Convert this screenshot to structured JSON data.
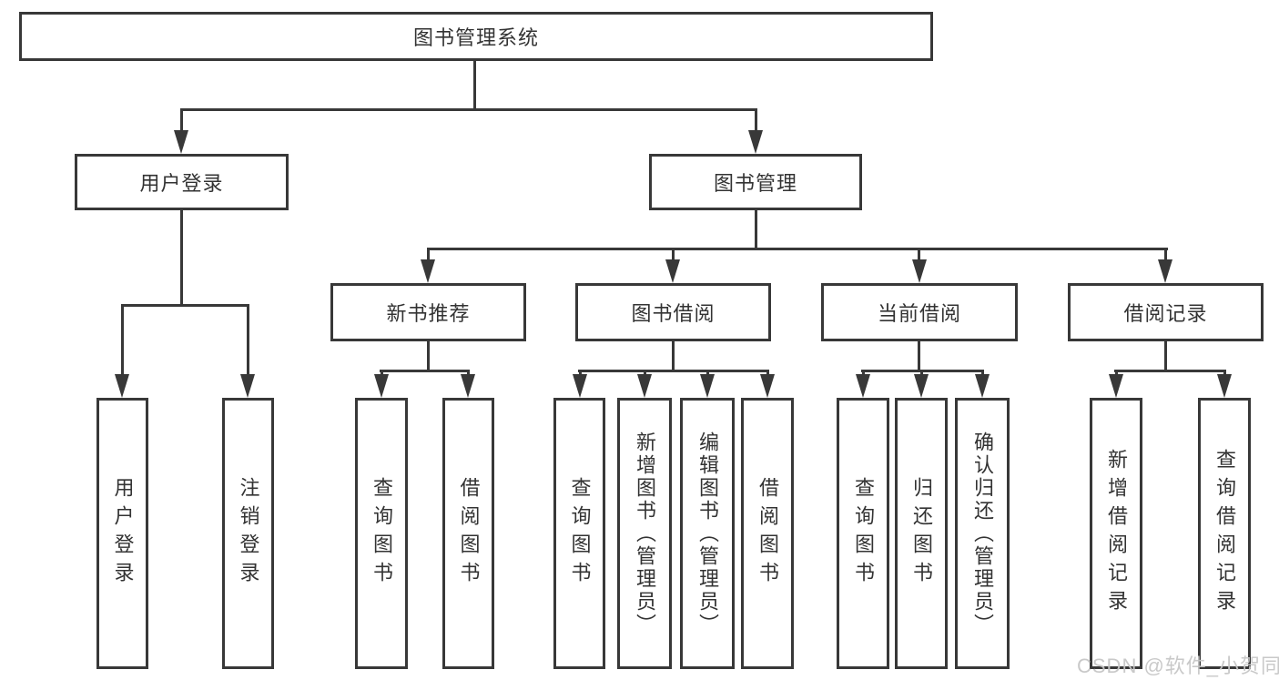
{
  "diagram": {
    "root": {
      "label": "图书管理系统"
    },
    "level2": [
      {
        "label": "用户登录"
      },
      {
        "label": "图书管理"
      }
    ],
    "level3": [
      {
        "label": "新书推荐"
      },
      {
        "label": "图书借阅"
      },
      {
        "label": "当前借阅"
      },
      {
        "label": "借阅记录"
      }
    ],
    "leaves": {
      "user_login": [
        {
          "label": "用户登录"
        },
        {
          "label": "注销登录"
        }
      ],
      "new_book_recommend": [
        {
          "label": "查询图书"
        },
        {
          "label": "借阅图书"
        }
      ],
      "book_borrow": [
        {
          "label": "查询图书"
        },
        {
          "label": "新增图书（管理员）"
        },
        {
          "label": "编辑图书（管理员）"
        },
        {
          "label": "借阅图书"
        }
      ],
      "current_borrow": [
        {
          "label": "查询图书"
        },
        {
          "label": "归还图书"
        },
        {
          "label": "确认归还（管理员）"
        }
      ],
      "borrow_records": [
        {
          "label": "新增借阅记录"
        },
        {
          "label": "查询借阅记录"
        }
      ]
    },
    "watermark": "CSDN @软件_小贺同学",
    "colors": {
      "line": "#383838",
      "text": "#333333",
      "background": "#ffffff",
      "watermark": "#c8c8c8"
    }
  }
}
